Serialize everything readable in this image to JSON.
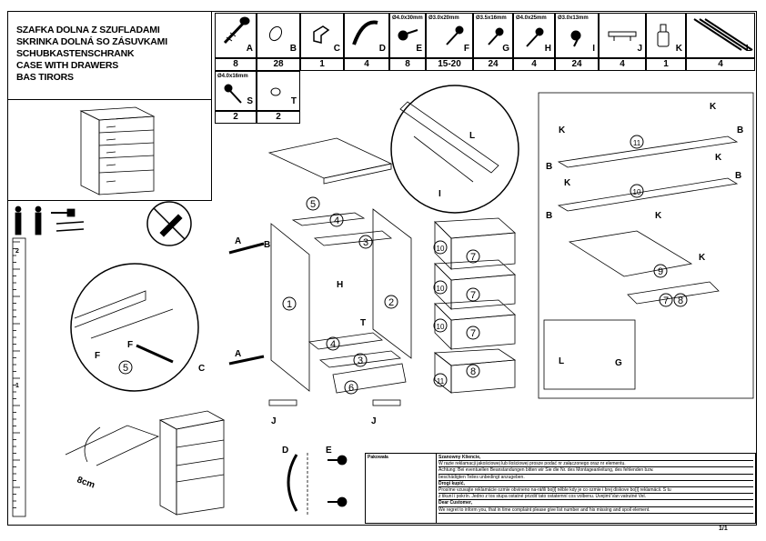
{
  "title_lines": [
    "SZAFKA DOLNA Z SZUFLADAMI",
    "SKRINKA DOLNÁ SO ZÁSUVKAMI",
    "SCHUBKASTENSCHRANK",
    "CASE WITH DRAWERS",
    "BAS TIRORS"
  ],
  "parts": [
    {
      "letter": "A",
      "spec": "",
      "qty": "8"
    },
    {
      "letter": "B",
      "spec": "",
      "qty": "28"
    },
    {
      "letter": "C",
      "spec": "",
      "qty": "1"
    },
    {
      "letter": "D",
      "spec": "",
      "qty": "4"
    },
    {
      "letter": "E",
      "spec": "Ø4.0x30mm",
      "qty": "8"
    },
    {
      "letter": "F",
      "spec": "Ø3.0x20mm",
      "qty": "15-20"
    },
    {
      "letter": "G",
      "spec": "Ø3.5x16mm",
      "qty": "24"
    },
    {
      "letter": "H",
      "spec": "Ø4.0x25mm",
      "qty": "4"
    },
    {
      "letter": "I",
      "spec": "Ø3.0x13mm",
      "qty": "24"
    },
    {
      "letter": "J",
      "spec": "",
      "qty": "4"
    },
    {
      "letter": "K",
      "spec": "",
      "qty": "1"
    },
    {
      "letter": "L",
      "spec": "",
      "qty": "4"
    }
  ],
  "parts_row2": [
    {
      "letter": "S",
      "spec": "Ø4.0x16mm",
      "qty": "2"
    },
    {
      "letter": "T",
      "spec": "",
      "qty": "2"
    }
  ],
  "diagram_labels": {
    "num1": "1",
    "num2": "2",
    "num3": "3",
    "num4": "4",
    "num5": "5",
    "num6": "6",
    "num7": "7",
    "num8": "8",
    "num9": "9",
    "num10": "10",
    "num11": "11",
    "A": "A",
    "B": "B",
    "C": "C",
    "D": "D",
    "E": "E",
    "F": "F",
    "G": "G",
    "H": "H",
    "I": "I",
    "J": "J",
    "K": "K",
    "L": "L",
    "T": "T",
    "cm": "8cm",
    "ruler_marks": [
      "2",
      "1"
    ]
  },
  "bottom_table": {
    "left_header": "Pakowała",
    "lines": [
      "Szanowny Kliencie,",
      "W razie reklamacji jakościowej lub ilościowej prosze podać nr załączonego oraz nr elementu.",
      "Achtung: Bei eventuellen Beanstandungen bitten wir Sie die Nr. des Montageanleitung, des fehlenden bzw.",
      "beschädigten Teiles unbedingt anzugeben.",
      "Drogi kupić,",
      "Prosíme vzuvajte reklamácie ozmie obvineno na-ráňli bo[i] něble kdy je co ozmie i brej diskove bo[i] reklamácii. S tu",
      "z tikuní i pokrín. Jedno z tos stupa ostatné prizdiť tato ostatemní cos volbenu. Uvejiml Van vatrutné Vel.",
      "Dear Customer,",
      "We regret to inform you, that in time complaint please give list number and his missing and spoil element."
    ]
  },
  "page_number": "1/1"
}
